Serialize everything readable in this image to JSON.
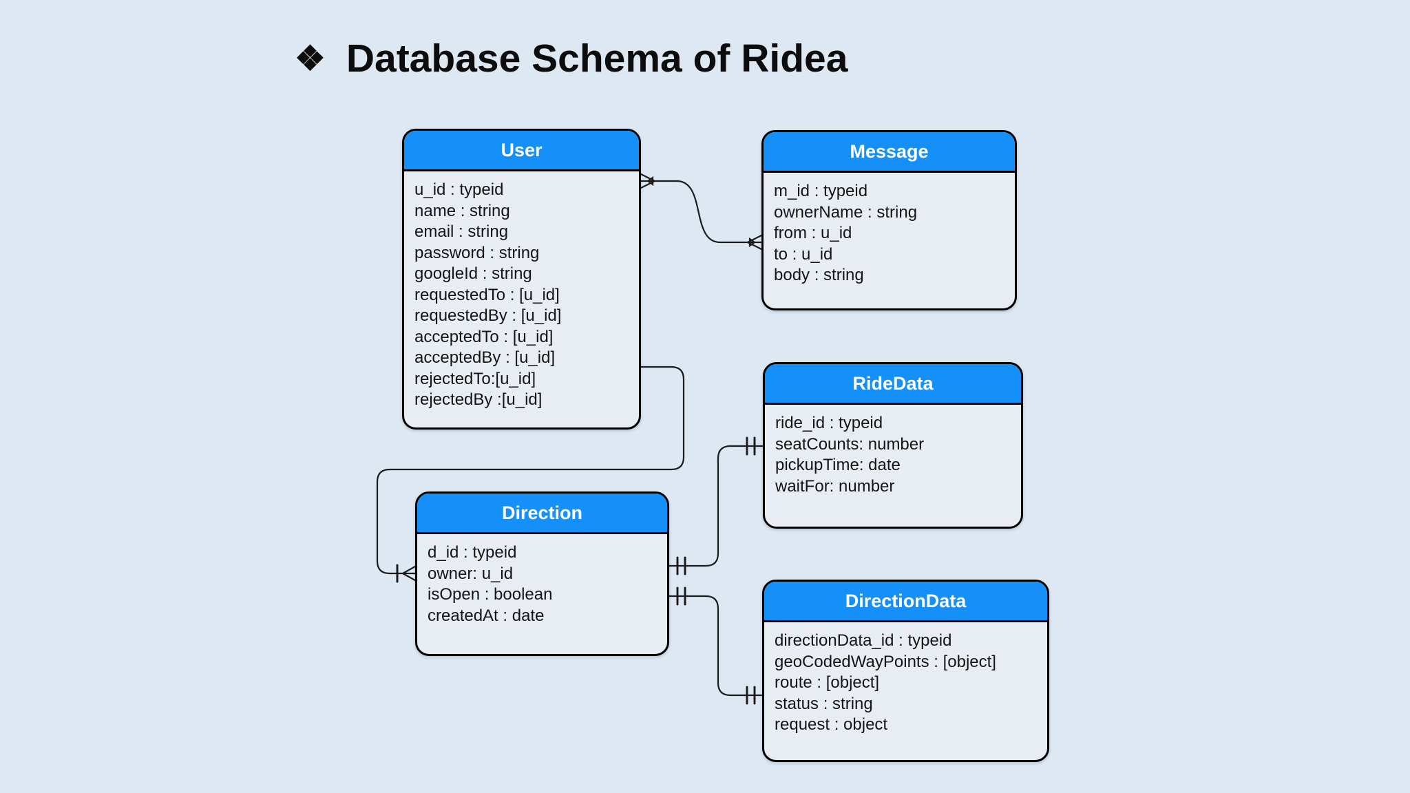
{
  "page": {
    "title": "Database Schema of Ridea",
    "title_bullet": "❖"
  },
  "colors": {
    "background": "#dde8f3",
    "entity_header_fill": "#1590f8",
    "entity_body_fill": "#e8edf3",
    "entity_border": "#000000",
    "header_text": "#ffffff",
    "field_text": "#151515",
    "connector": "#1c1c1c",
    "title_text": "#0d0d0d"
  },
  "entities": [
    {
      "name": "User",
      "fields": [
        "u_id : typeid",
        "name : string",
        "email : string",
        "password : string",
        "googleId : string",
        "requestedTo : [u_id]",
        "requestedBy : [u_id]",
        "acceptedTo : [u_id]",
        "acceptedBy : [u_id]",
        "rejectedTo:[u_id]",
        "rejectedBy :[u_id]"
      ]
    },
    {
      "name": "Message",
      "fields": [
        "m_id : typeid",
        "ownerName : string",
        "from : u_id",
        "to : u_id",
        "body : string"
      ]
    },
    {
      "name": "RideData",
      "fields": [
        "ride_id : typeid",
        "seatCounts: number",
        "pickupTime: date",
        "waitFor: number"
      ]
    },
    {
      "name": "Direction",
      "fields": [
        "d_id : typeid",
        "owner: u_id",
        "isOpen : boolean",
        "createdAt : date"
      ]
    },
    {
      "name": "DirectionData",
      "fields": [
        "directionData_id : typeid",
        "geoCodedWayPoints : [object]",
        "route : [object]",
        "status : string",
        "request : object"
      ]
    }
  ],
  "relationships": [
    {
      "from": "User",
      "to": "Message",
      "from_cardinality": "many",
      "to_cardinality": "many"
    },
    {
      "from": "User",
      "to": "Direction",
      "from_cardinality": "none",
      "to_cardinality": "one-or-many"
    },
    {
      "from": "Direction",
      "to": "RideData",
      "from_cardinality": "one-and-only-one",
      "to_cardinality": "one-and-only-one"
    },
    {
      "from": "Direction",
      "to": "DirectionData",
      "from_cardinality": "one-and-only-one",
      "to_cardinality": "one-and-only-one"
    }
  ]
}
